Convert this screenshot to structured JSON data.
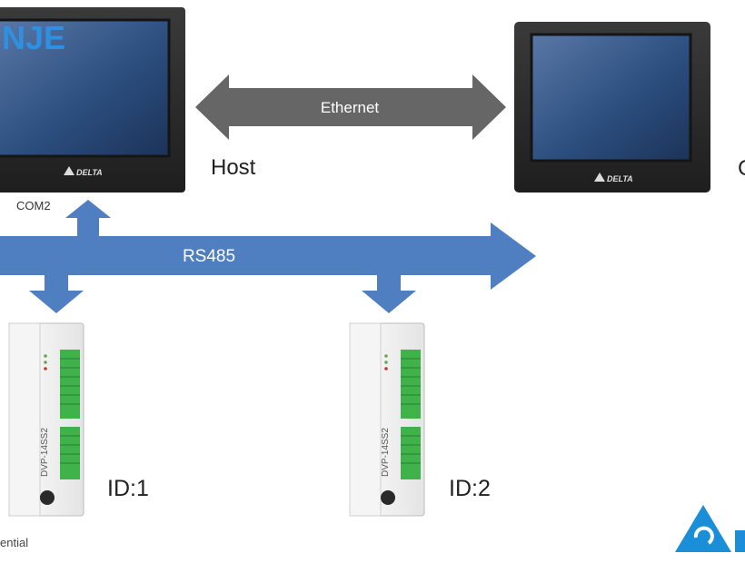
{
  "brand_fragment": "NJE",
  "ethernet": {
    "label": "Ethernet"
  },
  "host_label": "Host",
  "com_port_label": "COM2",
  "rs485": {
    "label": "RS485"
  },
  "hmi_brand": "DELTA",
  "right_edge_fragment": "C",
  "plc_units": [
    {
      "id_label": "ID:1",
      "model": "DVP-14SS2"
    },
    {
      "id_label": "ID:2",
      "model": "DVP-14SS2"
    }
  ],
  "footer_fragment": "ential",
  "colors": {
    "rs485_arrow": "#4f7fc0",
    "ethernet_arrow": "#666666",
    "hmi_bezel": "#2b2b2b",
    "hmi_screen": "#2a4d7a",
    "plc_body": "#ececec",
    "plc_terminal": "#3fb24a",
    "brand_blue": "#1a8fd8"
  },
  "icons": [
    "delta-logo-icon",
    "hmi-touch-panel-icon",
    "plc-module-icon"
  ]
}
